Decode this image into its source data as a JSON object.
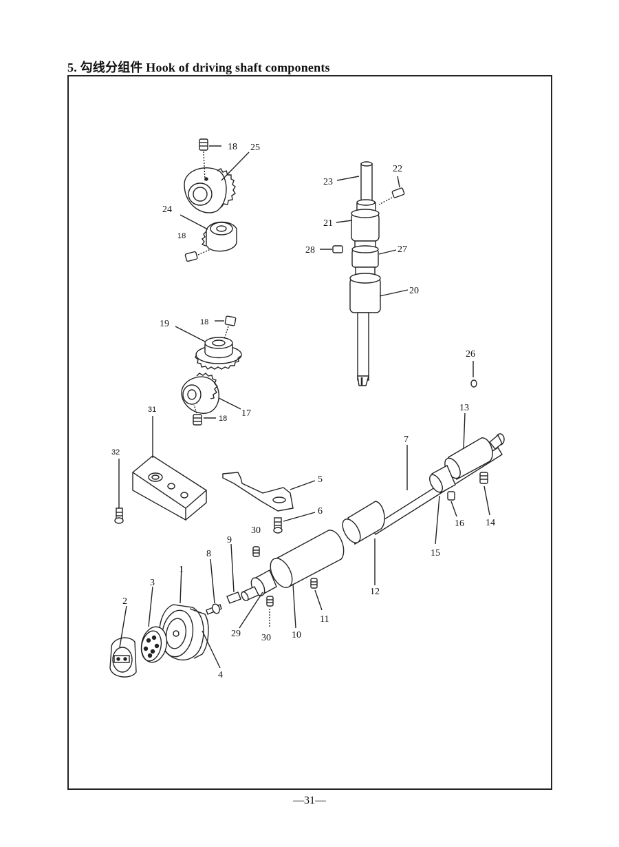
{
  "title": "5. 勾线分组件 Hook of driving shaft components",
  "page_number": "—31—",
  "callouts": {
    "n1": "1",
    "n2": "2",
    "n3": "3",
    "n4": "4",
    "n5": "5",
    "n6": "6",
    "n7": "7",
    "n8": "8",
    "n9": "9",
    "n10": "10",
    "n11": "11",
    "n12": "12",
    "n13": "13",
    "n14": "14",
    "n15": "15",
    "n16": "16",
    "n17": "17",
    "n18a": "18",
    "n18b": "18",
    "n18c": "18",
    "n18d": "18",
    "n19": "19",
    "n20": "20",
    "n21": "21",
    "n22": "22",
    "n23": "23",
    "n24": "24",
    "n25": "25",
    "n26": "26",
    "n27": "27",
    "n28": "28",
    "n29": "29",
    "n30a": "30",
    "n30b": "30",
    "n31": "31",
    "n32": "32"
  }
}
